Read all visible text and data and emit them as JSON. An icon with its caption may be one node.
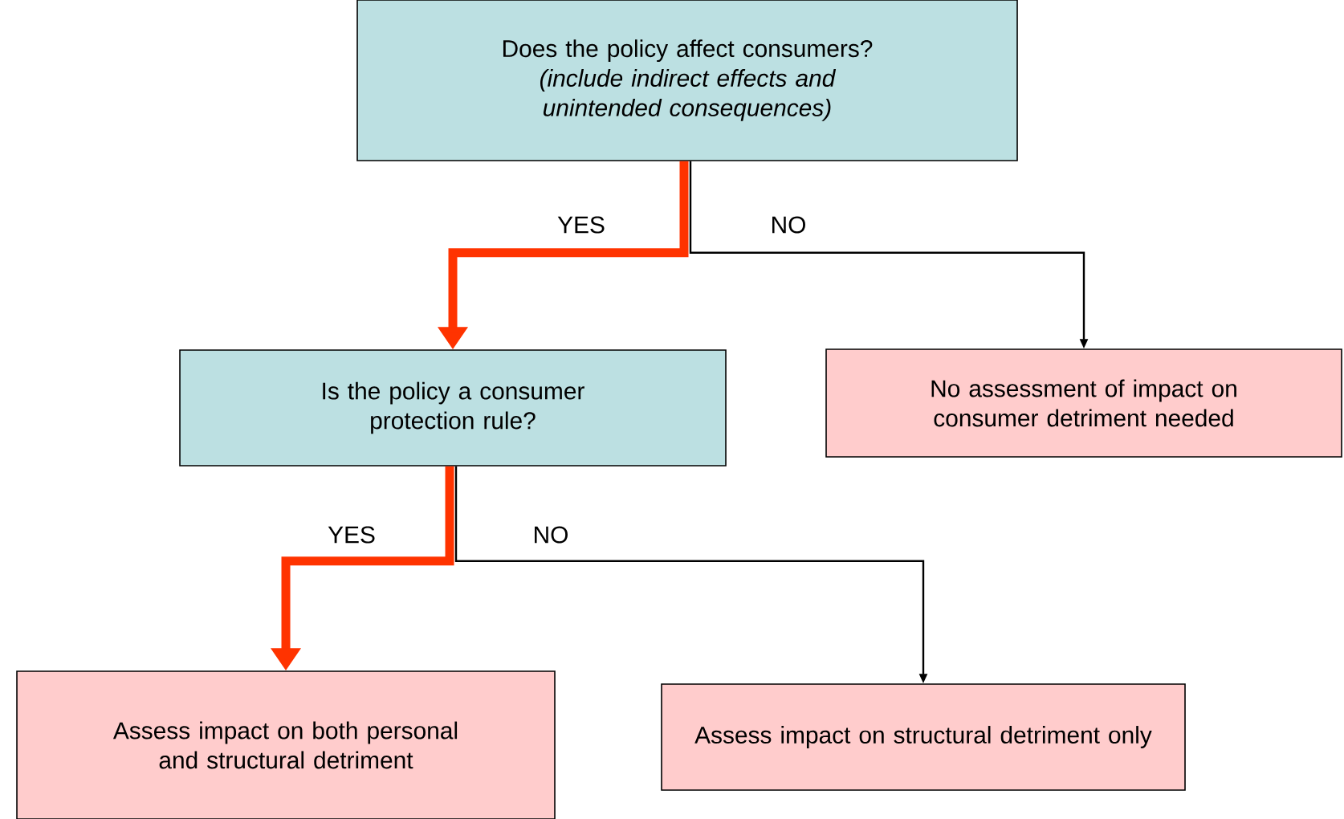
{
  "diagram": {
    "nodes": [
      {
        "text": [
          "Does the policy affect consumers?",
          "(include indirect effects and unintended consequences)"
        ]
      },
      {
        "text": [
          "Is the policy a consumer protection rule?"
        ]
      },
      {
        "text": [
          "No assessment of impact on consumer detriment needed"
        ]
      },
      {
        "text": [
          "Assess impact on both personal and structural detriment"
        ]
      },
      {
        "text": [
          "Assess impact on structural detriment only"
        ]
      }
    ],
    "edges": [
      {
        "from": 0,
        "to": 1,
        "arrow": "to",
        "label": "YES",
        "style": "thick",
        "color": "#ff3300"
      },
      {
        "from": 0,
        "to": 2,
        "arrow": "to",
        "label": "NO",
        "color": "#000000"
      },
      {
        "from": 1,
        "to": 3,
        "arrow": "to",
        "label": "YES",
        "style": "thick",
        "color": "#ff3300"
      },
      {
        "from": 1,
        "to": 4,
        "arrow": "to",
        "label": "NO",
        "color": "#000000"
      }
    ]
  }
}
